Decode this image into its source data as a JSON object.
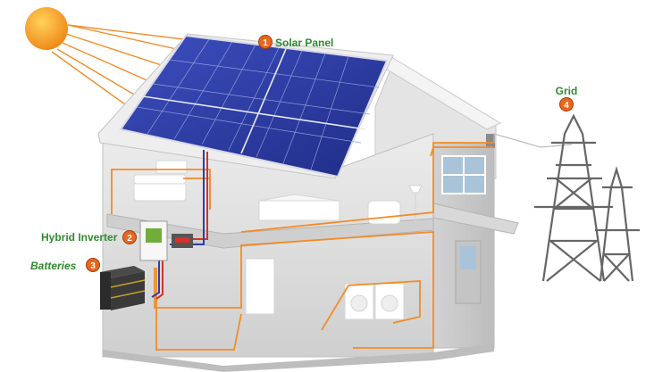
{
  "labels": {
    "solar_panel": {
      "number": "1",
      "text": "Solar Panel"
    },
    "hybrid_inverter": {
      "number": "2",
      "text": "Hybrid Inverter"
    },
    "batteries": {
      "number": "3",
      "text": "Batteries"
    },
    "grid": {
      "number": "4",
      "text": "Grid"
    }
  },
  "colors": {
    "sun": "#f5a623",
    "sun_rays": "#f28c28",
    "wiring": "#f28c28",
    "panel": "#2a3a9a",
    "label_green": "#2e8b2e",
    "badge_fill": "#e8671c",
    "house_wall": "#dcdcdc",
    "roof": "#f0f0f0",
    "tower": "#666666"
  }
}
